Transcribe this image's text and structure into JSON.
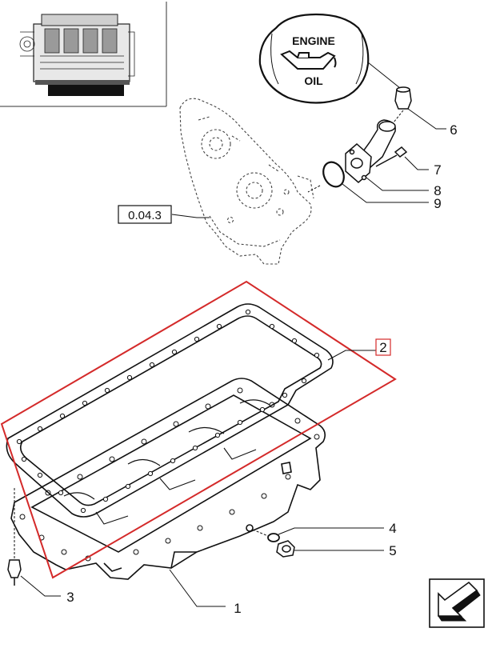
{
  "reference_box": {
    "label": "0.04.3"
  },
  "oil_cap": {
    "line1": "ENGINE",
    "line2": "OIL"
  },
  "callouts": [
    {
      "id": "1",
      "label": "1"
    },
    {
      "id": "2",
      "label": "2"
    },
    {
      "id": "3",
      "label": "3"
    },
    {
      "id": "4",
      "label": "4"
    },
    {
      "id": "5",
      "label": "5"
    },
    {
      "id": "6",
      "label": "6"
    },
    {
      "id": "7",
      "label": "7"
    },
    {
      "id": "8",
      "label": "8"
    },
    {
      "id": "9",
      "label": "9"
    }
  ],
  "colors": {
    "line": "#111111",
    "highlight": "#d42a2a",
    "dashed_part": "#444444",
    "engine_fill": "#222222"
  },
  "icons": {
    "thumbnail": "engine-thumbnail-icon",
    "nav": "next-page-arrow-icon"
  }
}
